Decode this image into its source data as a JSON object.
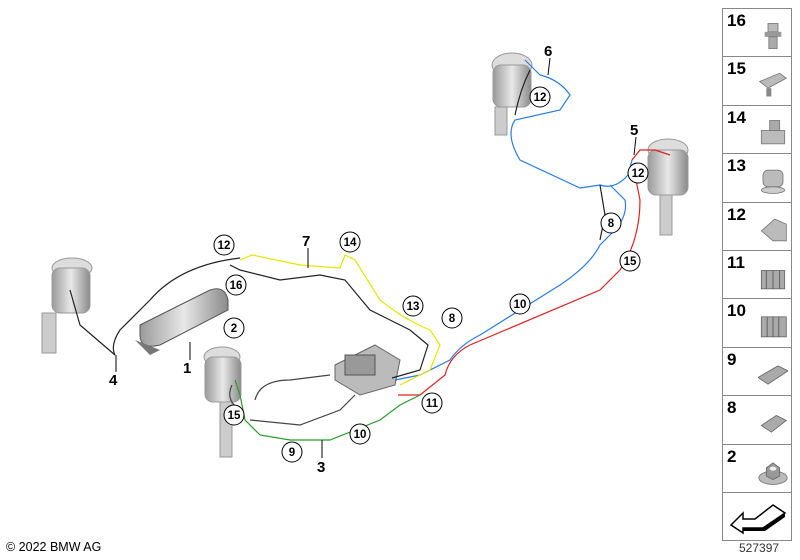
{
  "copyright": "© 2022 BMW AG",
  "document_number": "527397",
  "callouts_plain": [
    "6",
    "5",
    "7",
    "4",
    "1",
    "3"
  ],
  "callouts_circled": [
    "12",
    "12",
    "8",
    "15",
    "12",
    "14",
    "16",
    "2",
    "13",
    "8",
    "10",
    "11",
    "10",
    "9",
    "15"
  ],
  "parts_panel": [
    "16",
    "15",
    "14",
    "13",
    "12",
    "11",
    "10",
    "9",
    "8",
    "2"
  ],
  "colors": {
    "blue": "#2a7de1",
    "red": "#e02020",
    "yellow": "#e6e600",
    "green": "#2a9a2a",
    "black": "#000000"
  }
}
